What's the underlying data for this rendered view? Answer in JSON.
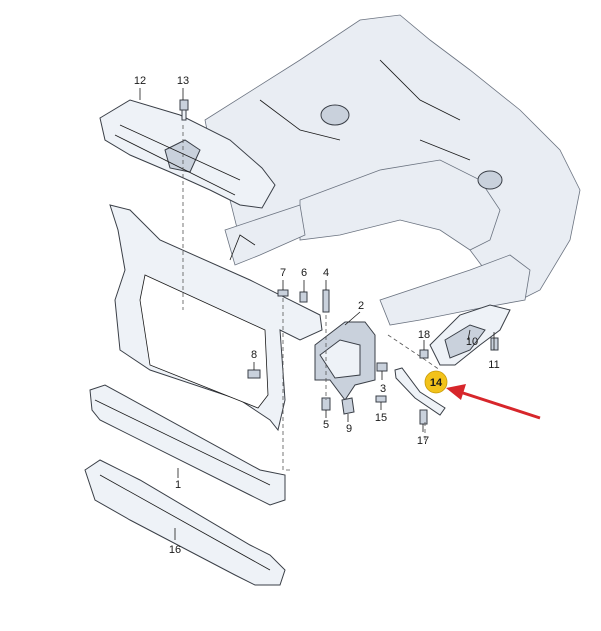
{
  "callouts": [
    {
      "id": "c1",
      "label": "1"
    },
    {
      "id": "c2",
      "label": "2"
    },
    {
      "id": "c3",
      "label": "3"
    },
    {
      "id": "c4",
      "label": "4"
    },
    {
      "id": "c5",
      "label": "5"
    },
    {
      "id": "c6",
      "label": "6"
    },
    {
      "id": "c7",
      "label": "7"
    },
    {
      "id": "c8",
      "label": "8"
    },
    {
      "id": "c9",
      "label": "9"
    },
    {
      "id": "c10",
      "label": "10"
    },
    {
      "id": "c11",
      "label": "11"
    },
    {
      "id": "c12",
      "label": "12"
    },
    {
      "id": "c13",
      "label": "13"
    },
    {
      "id": "c14",
      "label": "14"
    },
    {
      "id": "c15",
      "label": "15"
    },
    {
      "id": "c16",
      "label": "16"
    },
    {
      "id": "c17",
      "label": "17"
    },
    {
      "id": "c18",
      "label": "18"
    }
  ],
  "colors": {
    "highlight_badge": "#f2c21b",
    "arrow": "#d7262b",
    "line": "#3a3f47"
  }
}
